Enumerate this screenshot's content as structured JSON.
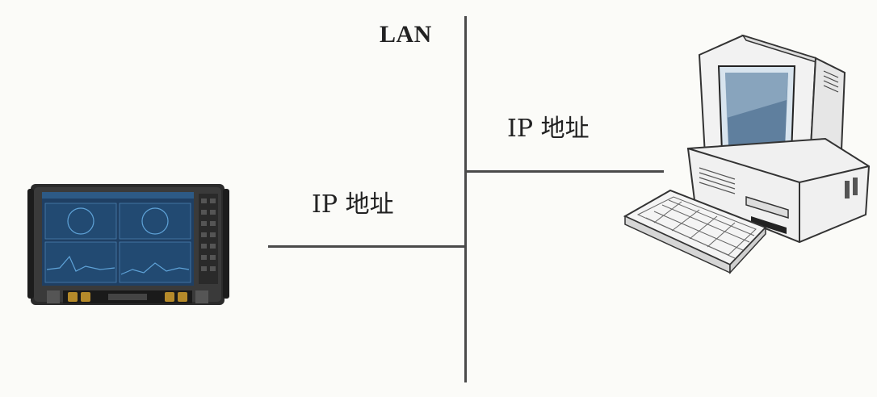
{
  "diagram": {
    "bus_label": "LAN",
    "left_link_label": "IP 地址",
    "right_link_label": "IP 地址"
  },
  "devices": {
    "analyzer_icon": "network-analyzer-icon",
    "computer_icon": "desktop-computer-icon"
  },
  "colors": {
    "background": "#fbfbf8",
    "wire": "#4a4a4a",
    "analyzer_screen": "#1f3f63",
    "trace": "#5fa3d8"
  }
}
